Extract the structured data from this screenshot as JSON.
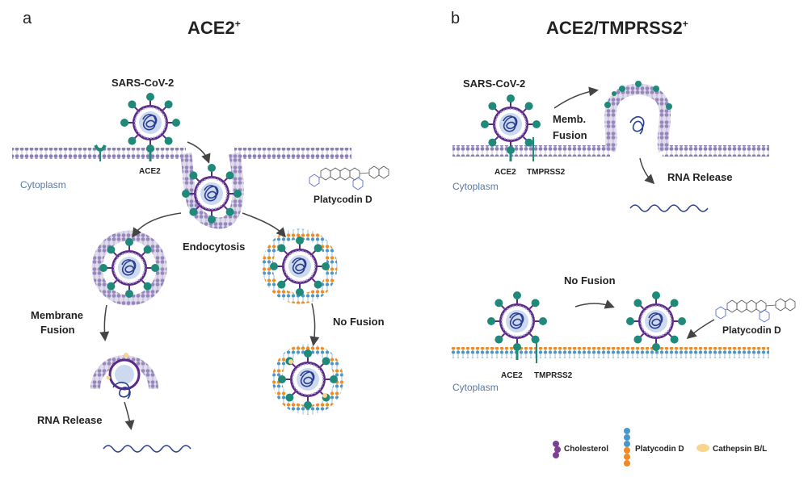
{
  "panel_a": {
    "letter": "a",
    "title": "ACE2",
    "title_sup": "+",
    "virus_label": "SARS-CoV-2",
    "receptor_label": "ACE2",
    "cytoplasm_label": "Cytoplasm",
    "endocytosis_label": "Endocytosis",
    "drug_label": "Platycodin D",
    "membrane_fusion_line1": "Membrane",
    "membrane_fusion_line2": "Fusion",
    "no_fusion_label": "No Fusion",
    "rna_release_label": "RNA Release"
  },
  "panel_b": {
    "letter": "b",
    "title": "ACE2/TMPRSS2",
    "title_sup": "+",
    "virus_label": "SARS-CoV-2",
    "memb_fusion_line1": "Memb.",
    "memb_fusion_line2": "Fusion",
    "receptor_label_top": "ACE2",
    "protease_label_top": "TMPRSS2",
    "cytoplasm_label_top": "Cytoplasm",
    "rna_release_label": "RNA Release",
    "no_fusion_label": "No Fusion",
    "drug_label": "Platycodin D",
    "receptor_label_bottom": "ACE2",
    "protease_label_bottom": "TMPRSS2",
    "cytoplasm_label_bottom": "Cytoplasm"
  },
  "legend": {
    "cholesterol": "Cholesterol",
    "platycodin": "Platycodin D",
    "cathepsin": "Cathepsin B/L"
  },
  "colors": {
    "membrane": "#a99cc8",
    "membrane_dark": "#7a6aa8",
    "virus_envelope": "#5b2a86",
    "spike": "#1f8a7a",
    "rna": "#2a3f8f",
    "capsid_fill": "#cdd9ee",
    "cholesterol": "#7b3f95",
    "platycodin_blue": "#4a98c9",
    "platycodin_orange": "#f08a24",
    "cathepsin": "#f7d58f",
    "arrow": "#444444",
    "cytoplasm_text": "#5878a6"
  }
}
